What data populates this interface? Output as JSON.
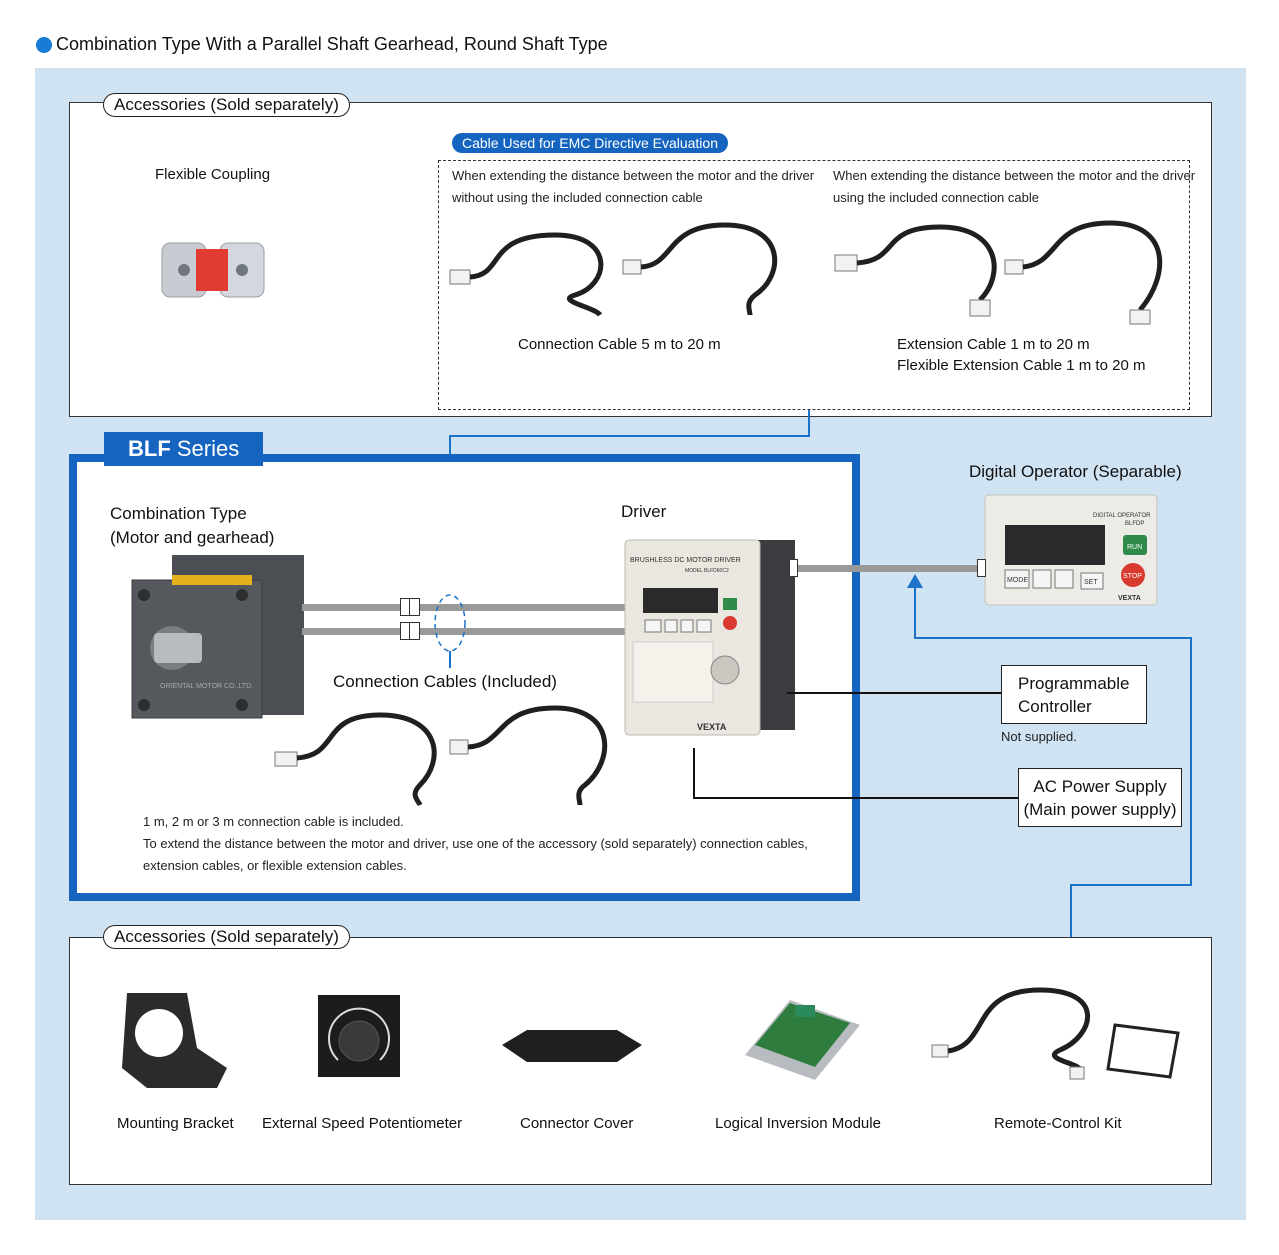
{
  "heading": "Combination Type With a Parallel Shaft Gearhead, Round Shaft Type",
  "top_accessories": {
    "title": "Accessories (Sold separately)",
    "flexible_coupling": "Flexible Coupling",
    "emc_badge": "Cable Used for EMC Directive Evaluation",
    "left_desc_1": "When extending the distance between the motor and the driver",
    "left_desc_2": "without using the included connection cable",
    "right_desc_1": "When extending the distance between the motor and the driver",
    "right_desc_2": "using the included connection cable",
    "connection_cable": "Connection Cable 5 m to 20 m",
    "extension_cable": "Extension Cable 1 m to 20 m",
    "flexible_extension_cable": "Flexible Extension Cable 1 m to 20 m"
  },
  "blf": {
    "tab_bold": "BLF",
    "tab_rest": " Series",
    "combo_line1": "Combination Type",
    "combo_line2": "(Motor and gearhead)",
    "driver": "Driver",
    "connection_cables": "Connection Cables (Included)",
    "note1": "1 m, 2 m or 3 m connection cable is included.",
    "note2": "To extend the distance between the motor and driver, use one of the accessory (sold separately) connection cables,",
    "note3": "extension cables, or flexible extension cables.",
    "motor_label": "ORIENTAL MOTOR CO.,LTD.",
    "driver_title": "BRUSHLESS DC MOTOR DRIVER",
    "driver_model": "MODEL BLFD60C2",
    "driver_brand": "VEXTA"
  },
  "right": {
    "digital_operator": "Digital Operator (Separable)",
    "op_title": "DIGITAL OPERATOR",
    "op_model": "BLFDP",
    "op_run": "RUN",
    "op_stop": "STOP",
    "op_mode": "MODE",
    "op_set": "SET",
    "op_brand": "VEXTA",
    "plc_line1": "Programmable",
    "plc_line2": "Controller",
    "not_supplied": "Not supplied.",
    "ac_line1": "AC Power Supply",
    "ac_line2": "(Main power supply)"
  },
  "bottom_accessories": {
    "title": "Accessories (Sold separately)",
    "items": [
      "Mounting Bracket",
      "External Speed Potentiometer",
      "Connector Cover",
      "Logical Inversion Module",
      "Remote-Control Kit"
    ]
  }
}
